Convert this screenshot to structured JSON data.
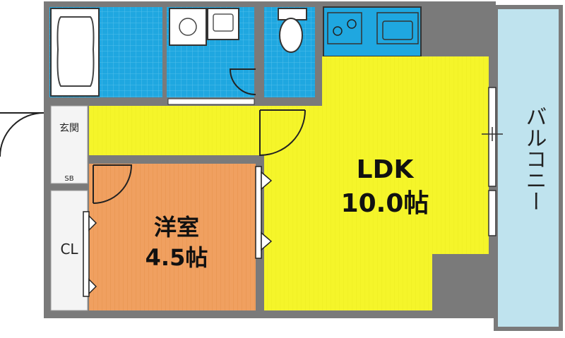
{
  "floorplan": {
    "rooms": {
      "ldk": {
        "name": "LDK",
        "size": "10.0帖"
      },
      "western": {
        "name": "洋室",
        "size": "4.5帖"
      },
      "entrance": {
        "name": "玄関"
      },
      "shoebox": {
        "name": "SB"
      },
      "closet": {
        "name": "CL"
      },
      "balcony": {
        "name": "バルコニー"
      }
    },
    "colors": {
      "wall": "#7a7a7a",
      "ldk": "#f5f52a",
      "western": "#f0a060",
      "wet_area": "#1fa7e0",
      "balcony": "#bfe3ee",
      "floor_light": "#f4f4f4"
    }
  }
}
